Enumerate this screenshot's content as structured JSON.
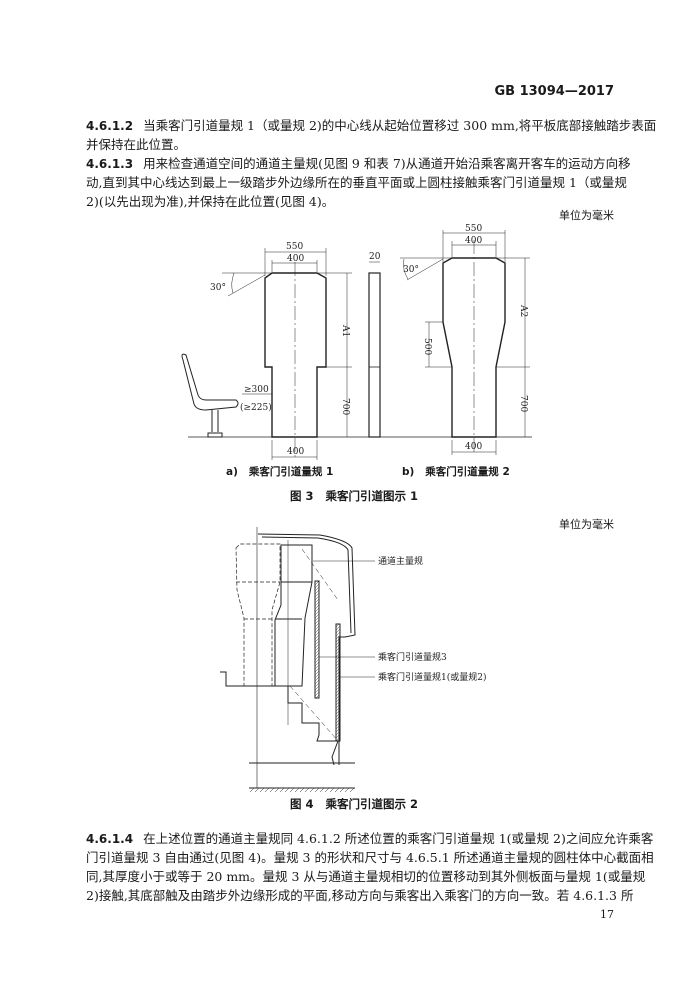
{
  "header": {
    "standard": "GB 13094—2017"
  },
  "clauses": [
    {
      "number": "4.6.1.2",
      "lines": [
        "当乘客门引道量规 1（或量规 2)的中心线从起始位置移过 300 mm,将平板底部接触踏步表面",
        "并保持在此位置。"
      ]
    },
    {
      "number": "4.6.1.3",
      "lines": [
        "用来检查通道空间的通道主量规(见图 9 和表 7)从通道开始沿乘客离开客车的运动方向移",
        "动,直到其中心线达到最上一级踏步外边缘所在的垂直平面或上圆柱接触乘客门引道量规 1（或量规",
        "2)(以先出现为准),并保持在此位置(见图 4)。"
      ]
    },
    {
      "number": "4.6.1.4",
      "lines": [
        "在上述位置的通道主量规同 4.6.1.2 所述位置的乘客门引道量规 1(或量规 2)之间应允许乘客",
        "门引道量规 3 自由通过(见图 4)。量规 3 的形状和尺寸与 4.6.5.1 所述通道主量规的圆柱体中心截面相",
        "同,其厚度小于或等于 20 mm。量规 3 从与通道主量规相切的位置移动到其外侧板面与量规 1(或量规",
        "2)接触,其底部触及由踏步外边缘形成的平面,移动方向与乘客出入乘客门的方向一致。若 4.6.1.3 所"
      ]
    }
  ],
  "unit_note": "单位为毫米",
  "figure3": {
    "dims": {
      "w550": "550",
      "w400": "400",
      "angle": "30°",
      "a1": "A1",
      "a2": "A2",
      "h700": "700",
      "h500": "500",
      "t20": "20",
      "seat_gap": "≥300",
      "seat_gap2": "(≥225)"
    },
    "sub_a_label": "a)",
    "sub_a": "乘客门引道量规 1",
    "sub_b_label": "b)",
    "sub_b": "乘客门引道量规 2",
    "caption_num": "图 3",
    "caption": "乘客门引道图示 1"
  },
  "figure4": {
    "labels": [
      "通道主量规",
      "乘客门引道量规3",
      "乘客门引道量规1(或量规2)"
    ],
    "caption_num": "图 4",
    "caption": "乘客门引道图示 2"
  },
  "page_number": "17"
}
